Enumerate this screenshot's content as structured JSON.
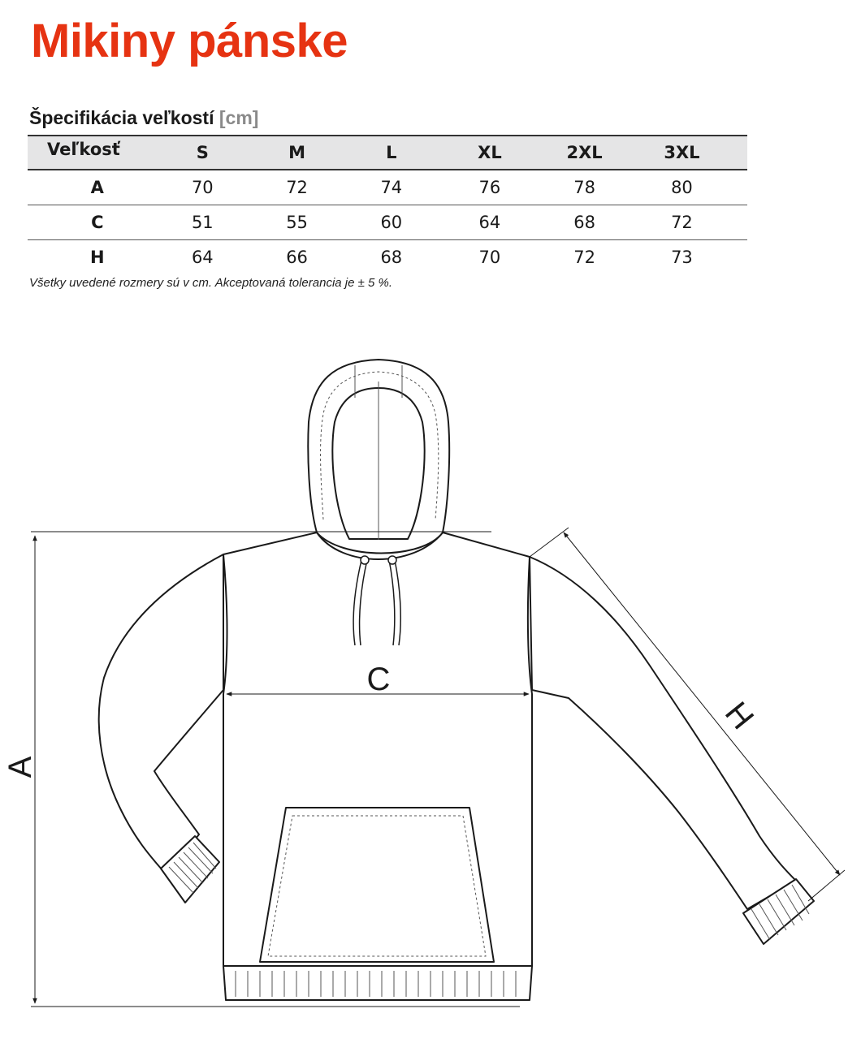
{
  "title": "Mikiny pánske",
  "subtitle": {
    "text": "Špecifikácia veľkostí",
    "unit": "[cm]"
  },
  "table": {
    "row_header": "Veľkosť",
    "columns": [
      "S",
      "M",
      "L",
      "XL",
      "2XL",
      "3XL"
    ],
    "rows": [
      {
        "label": "A",
        "values": [
          "70",
          "72",
          "74",
          "76",
          "78",
          "80"
        ]
      },
      {
        "label": "C",
        "values": [
          "51",
          "55",
          "60",
          "64",
          "68",
          "72"
        ]
      },
      {
        "label": "H",
        "values": [
          "64",
          "66",
          "68",
          "70",
          "72",
          "73"
        ]
      }
    ]
  },
  "note": "Všetky uvedené rozmery sú v cm. Akceptovaná tolerancia je ± 5 %.",
  "diagram": {
    "labels": {
      "a": "A",
      "c": "C",
      "h": "H"
    }
  },
  "colors": {
    "title": "#e63312",
    "header_bg": "#e5e5e6",
    "unit_gray": "#8a8a8a"
  }
}
